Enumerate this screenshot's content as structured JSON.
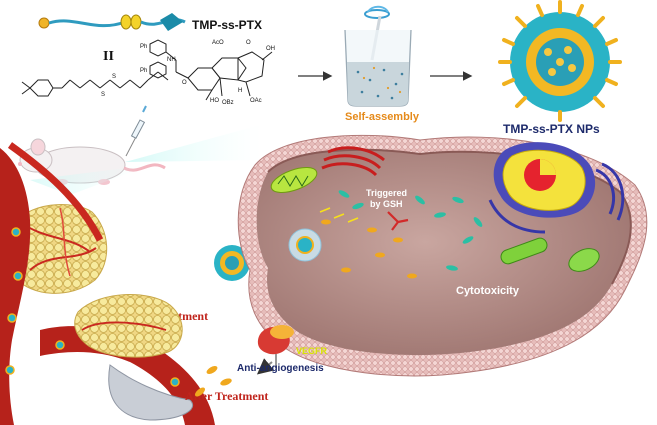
{
  "labels": {
    "prodrug": "TMP-ss-PTX",
    "equals": "II",
    "self_assembly": "Self-assembly",
    "nanoparticles": "TMP-ss-PTX NPs",
    "triggered": "Triggered",
    "by_gsh": "by GSH",
    "cytotoxicity": "Cytotoxicity",
    "vegfr": "VEGFR",
    "anti_angiogenesis": "Anti-angiogenesis",
    "before_treatment": "Before Treatment",
    "after_treatment": "After Treatment"
  },
  "structure_atoms": {
    "nh": "NH",
    "ph1": "Ph",
    "ph2": "Ph",
    "o_ester": "O",
    "aco": "AcO",
    "o_ket": "O",
    "oh_top": "OH",
    "h": "H",
    "ho": "HO",
    "obz": "OBz",
    "oac": "OAc",
    "s1": "S",
    "s2": "S"
  },
  "colors": {
    "accent_orange": "#e58a1a",
    "label_navy": "#1d2a6b",
    "label_red": "#c0241c",
    "label_yellow": "#d8e600",
    "cell_membrane": "#d9a4a2",
    "cytoplasm": "#b48c86",
    "vessel_red": "#b6221b",
    "tumor_yellow": "#f1df88",
    "nucleus_yellow": "#f4e23c",
    "np_cyan": "#2ab3c6"
  }
}
